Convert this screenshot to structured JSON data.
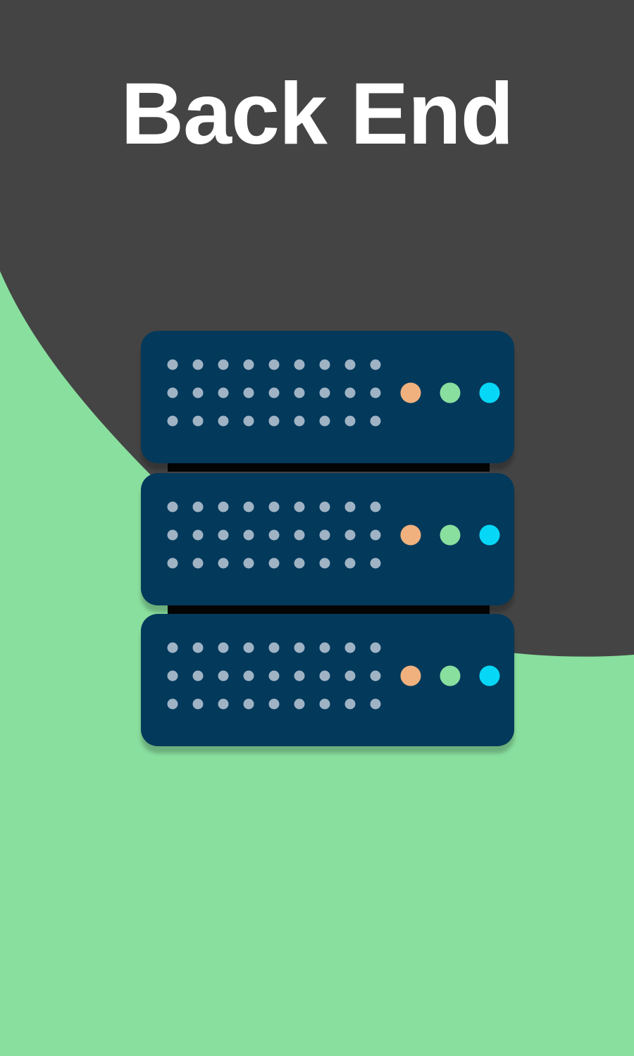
{
  "header": {
    "title": "Back End"
  },
  "colors": {
    "background_dark": "#444444",
    "background_green": "#89df9e",
    "server_body": "#03395b",
    "server_connector": "#050505",
    "vent_dot": "#9fb3c4",
    "led_orange": "#f1b17e",
    "led_green": "#89df9e",
    "led_cyan": "#07d7f6"
  },
  "illustration": {
    "icon": "server-rack-icon",
    "server_units": 3,
    "leds_per_unit": [
      "orange",
      "green",
      "cyan"
    ]
  }
}
